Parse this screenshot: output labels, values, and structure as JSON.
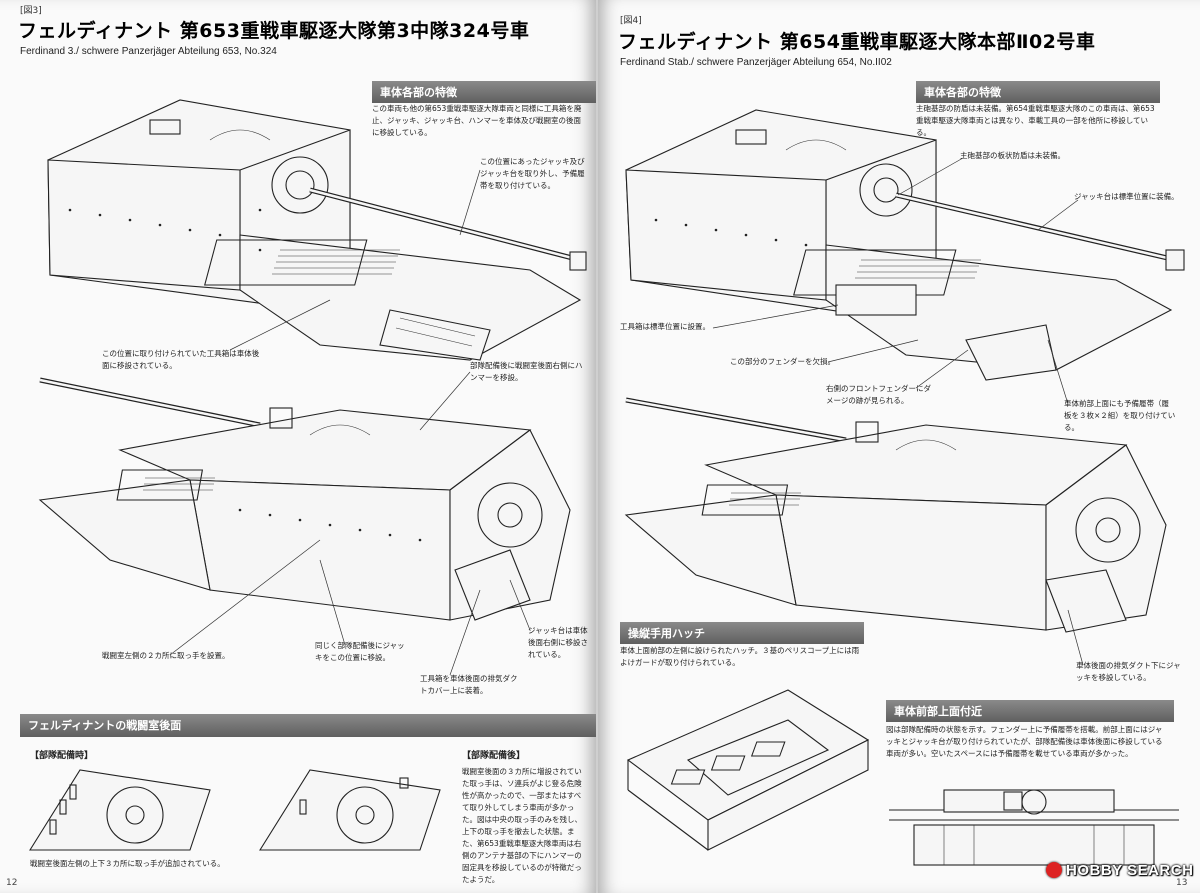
{
  "left": {
    "fig_label": "[図3]",
    "title": "フェルディナント 第653重戦車駆逐大隊第3中隊324号車",
    "subtitle": "Ferdinand 3./ schwere Panzerjäger Abteilung 653, No.324",
    "section_header": "車体各部の特徴",
    "section_text": "この車両も他の第653重戦車駆逐大隊車両と同様に工具箱を廃止、ジャッキ、ジャッキ台、ハンマーを車体及び戦闘室の後面に移設している。",
    "callouts": {
      "jack": "この位置にあったジャッキ及びジャッキ台を取り外し、予備履帯を取り付けている。",
      "toolbox": "この位置に取り付けられていた工具箱は車体後面に移設されている。",
      "hammer": "部隊配備後に戦闘室後面右側にハンマーを移設。",
      "handles": "戦闘室左側の２カ所に取っ手を設置。",
      "jack_pos": "同じく部隊配備後にジャッキをこの位置に移設。",
      "toolbox_duct": "工具箱を車体後面の排気ダクトカバー上に装着。",
      "jackbase": "ジャッキ台は車体後面右側に移設されている。"
    },
    "bottom_header": "フェルディナントの戦闘室後面",
    "before_label": "【部隊配備時】",
    "after_label": "【部隊配備後】",
    "before_caption": "戦闘室後面左側の上下３カ所に取っ手が追加されている。",
    "after_text": "戦闘室後面の３カ所に増設されていた取っ手は、ソ連兵がよじ登る危険性が高かったので、一部またはすべて取り外してしまう車両が多かった。図は中央の取っ手のみを残し、上下の取っ手を撤去した状態。また、第653重戦車駆逐大隊車両は右側のアンテナ基部の下にハンマーの固定具を移設しているのが特徴だったようだ。",
    "page_number": "12"
  },
  "right": {
    "fig_label": "[図4]",
    "title": "フェルディナント 第654重戦車駆逐大隊本部Ⅱ02号車",
    "subtitle": "Ferdinand Stab./ schwere Panzerjäger Abteilung 654, No.II02",
    "section_header": "車体各部の特徴",
    "section_text": "主砲基部の防盾は未装備。第654重戦車駆逐大隊のこの車両は、第653重戦車駆逐大隊車両とは異なり、車載工具の一部を他所に移設している。",
    "callouts": {
      "mantlet": "主砲基部の板状防盾は未装備。",
      "jack": "ジャッキ台は標準位置に装備。",
      "toolbox": "工具箱は標準位置に設置。",
      "fender_missing": "この部分のフェンダーを欠損。",
      "fender_damage": "右側のフロントフェンダーにダメージの跡が見られる。",
      "track": "車体前部上面にも予備履帯（履板を３枚×２組）を取り付けている。",
      "exhaust_jack": "車体後面の排気ダクト下にジャッキを移設している。"
    },
    "hatch_header": "操縦手用ハッチ",
    "hatch_text": "車体上面前部の左側に設けられたハッチ。３基のペリスコープ上には雨よけガードが取り付けられている。",
    "front_header": "車体前部上面付近",
    "front_text": "図は部隊配備時の状態を示す。フェンダー上に予備履帯を搭載。前部上面にはジャッキとジャッキ台が取り付けられていたが、部隊配備後は車体後面に移設している車両が多い。空いたスペースには予備履帯を載せている車両が多かった。",
    "page_number": "13",
    "watermark": "HOBBY SEARCH"
  }
}
